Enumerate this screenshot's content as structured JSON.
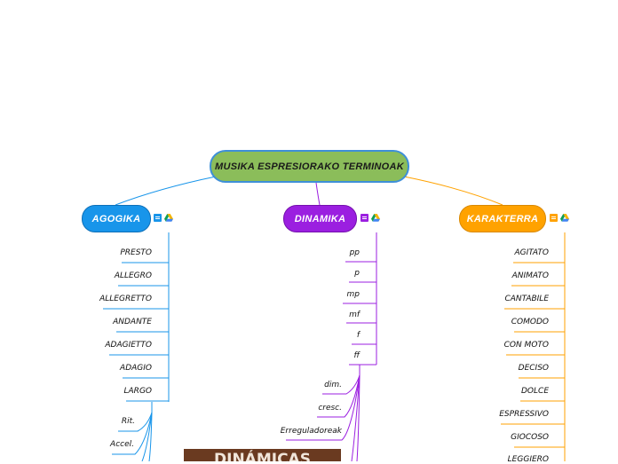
{
  "root": {
    "label": "MUSIKA ESPRESIORAKO TERMINOAK"
  },
  "branches": [
    {
      "id": "agogika",
      "label": "AGOGIKA",
      "color": "#1895ea",
      "items": [
        "PRESTO",
        "ALLEGRO",
        "ALLEGRETTO",
        "ANDANTE",
        "ADAGIETTO",
        "ADAGIO",
        "LARGO",
        "Rit.",
        "Accel."
      ]
    },
    {
      "id": "dinamika",
      "label": "DINAMIKA",
      "color": "#9b1fe0",
      "items": [
        "pp",
        "p",
        "mp",
        "mf",
        "f",
        "ff",
        "dim.",
        "cresc.",
        "Erreguladoreak"
      ]
    },
    {
      "id": "karakterra",
      "label": "KARAKTERRA",
      "color": "#ffa200",
      "items": [
        "AGITATO",
        "ANIMATO",
        "CANTABILE",
        "COMODO",
        "CON MOTO",
        "DECISO",
        "DOLCE",
        "ESPRESSIVO",
        "GIOCOSO",
        "LEGGIERO"
      ]
    }
  ],
  "image": {
    "caption": "DINÁMICAS"
  },
  "icons": {
    "notes": "notes-icon",
    "drive": "google-drive-icon"
  }
}
